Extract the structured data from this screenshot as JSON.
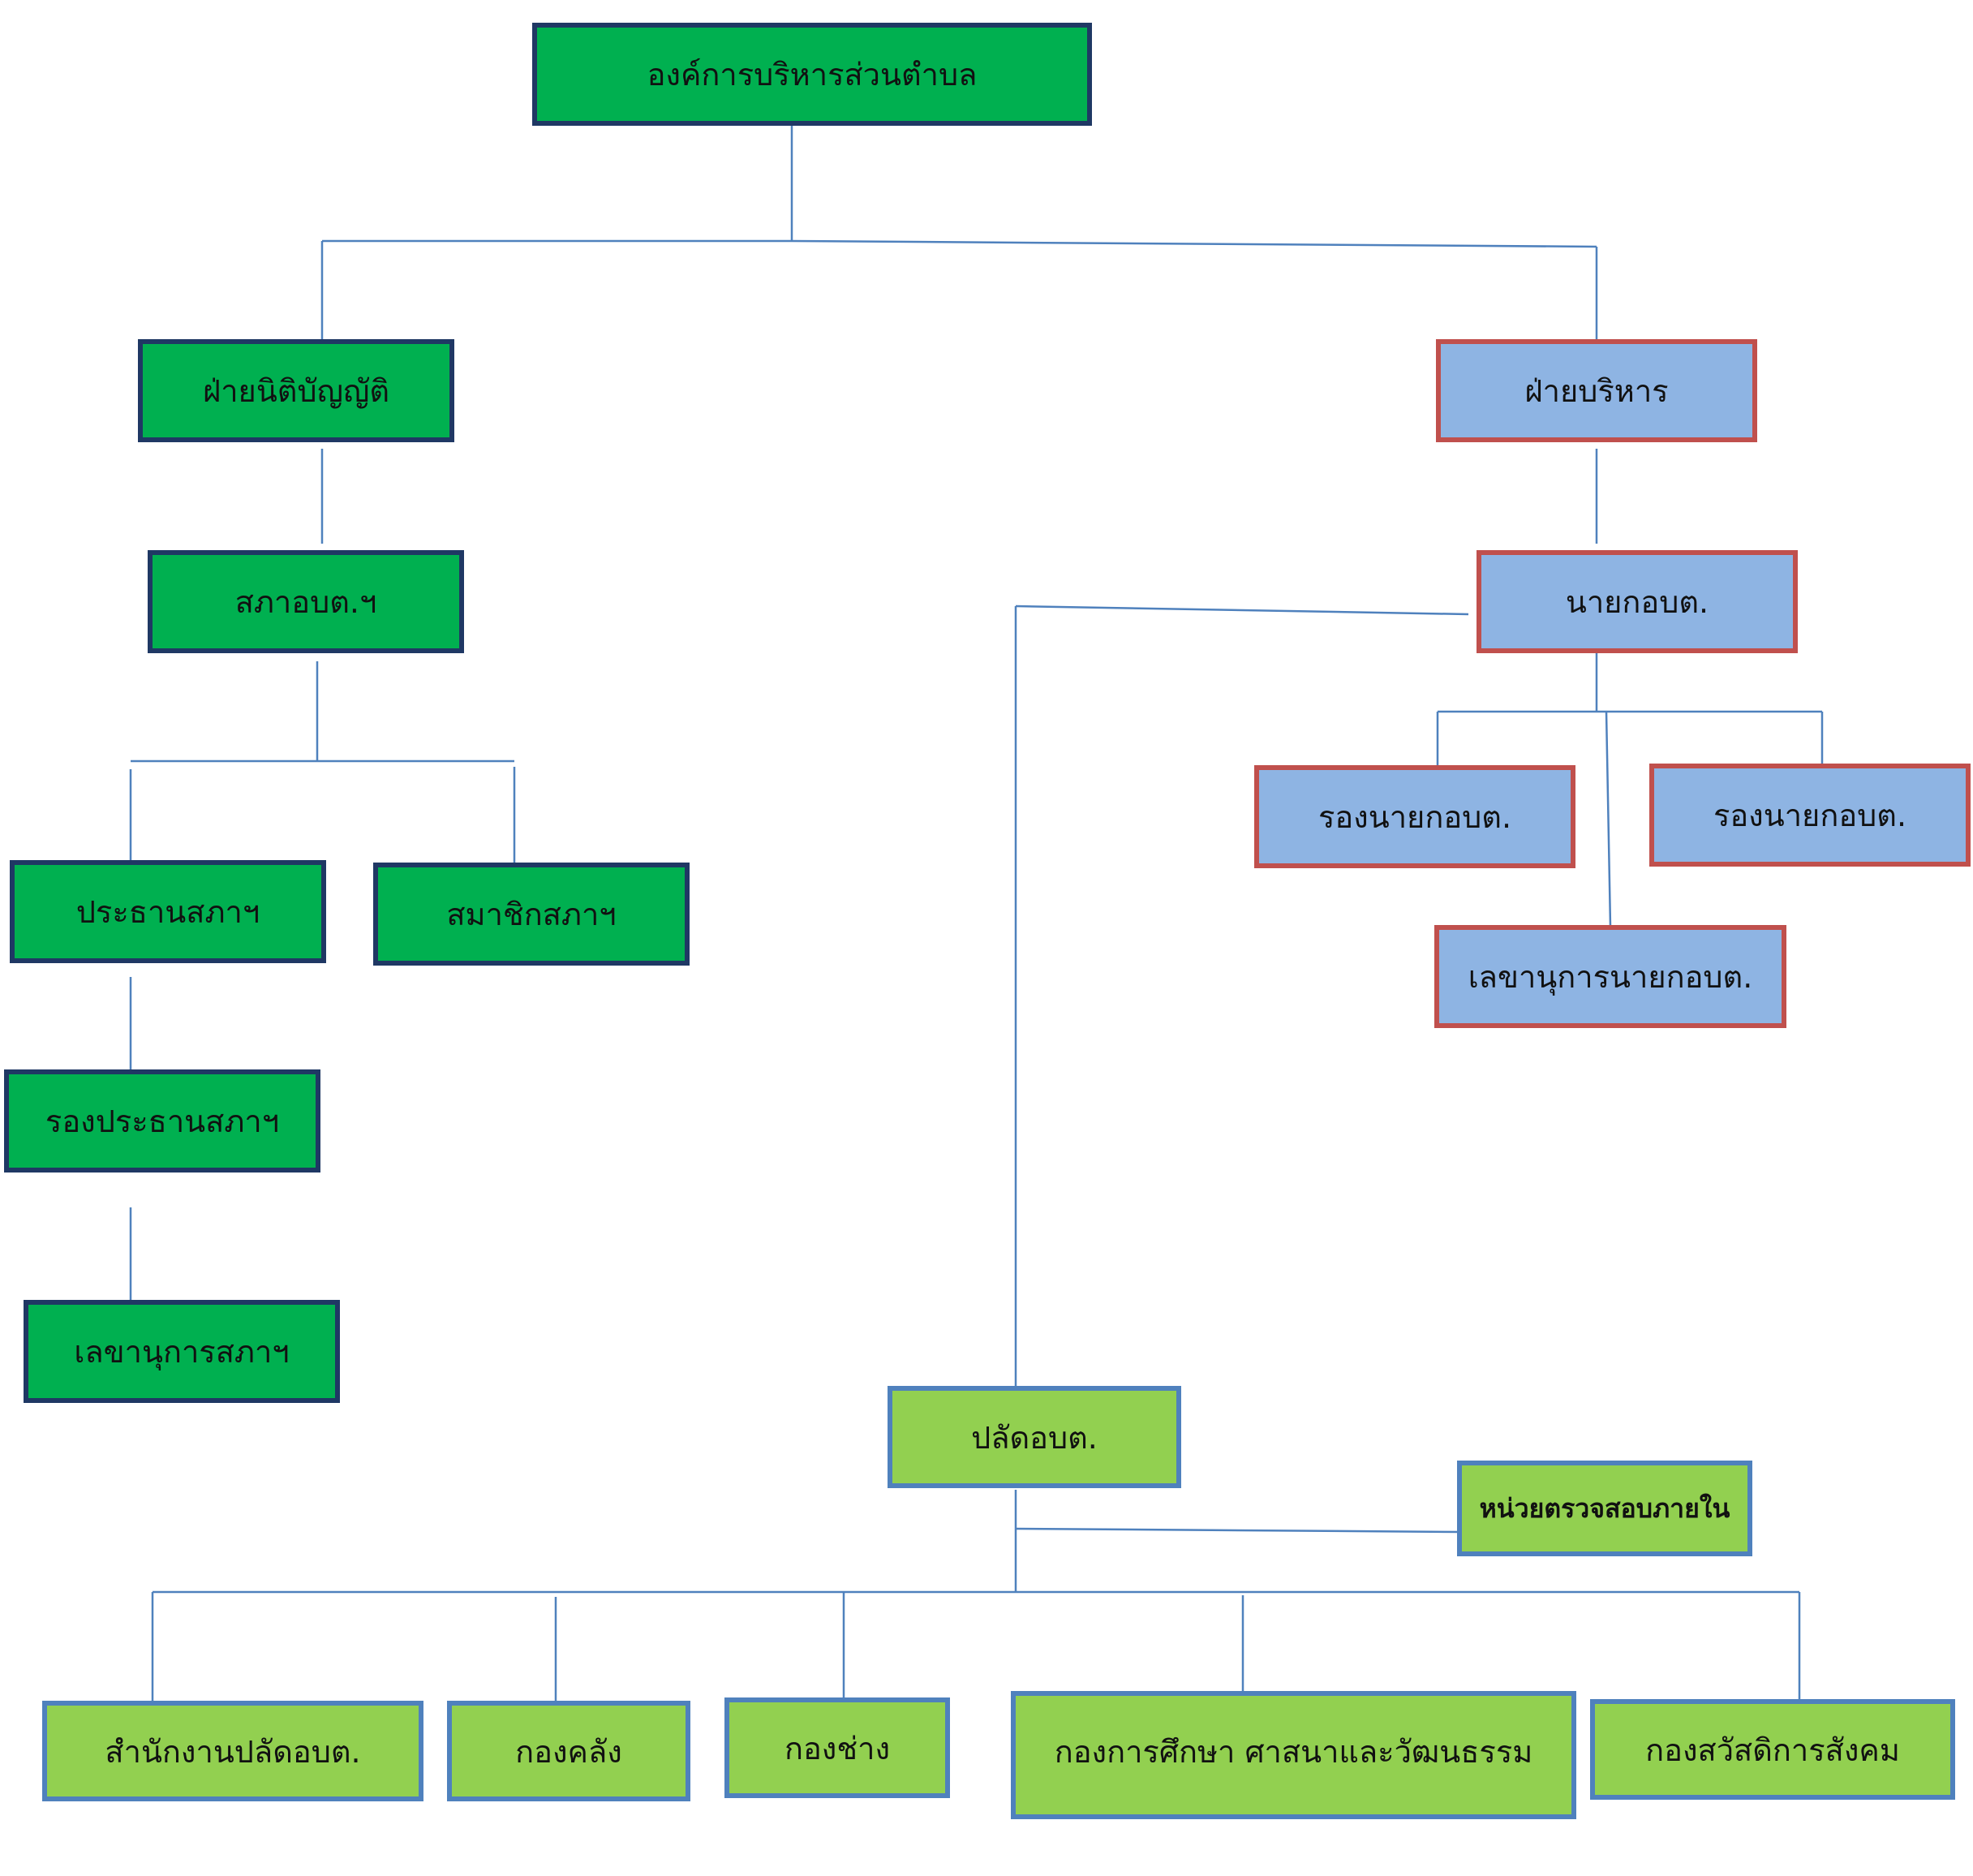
{
  "colors": {
    "connector": "#4f81bd",
    "legislative_fill": "#00b050",
    "legislative_border": "#1f3864",
    "executive_fill": "#8eb4e3",
    "executive_border": "#c0504d",
    "staff_fill": "#92d050",
    "staff_border": "#4f81bd"
  },
  "org": {
    "root": "องค์การบริหารส่วนตำบล",
    "legislative": {
      "head": "ฝ่ายนิติบัญญัติ",
      "council": "สภาอบต.ฯ",
      "chairman": "ประธานสภาฯ",
      "members": "สมาชิกสภาฯ",
      "vice_chairman": "รองประธานสภาฯ",
      "secretary": "เลขานุการสภาฯ"
    },
    "executive": {
      "head": "ฝ่ายบริหาร",
      "mayor": "นายกอบต.",
      "deputy_left": "รองนายกอบต.",
      "deputy_right": "รองนายกอบต.",
      "secretary": "เลขานุการนายกอบต."
    },
    "administration": {
      "permanent_secretary": "ปลัดอบต.",
      "internal_audit": "หน่วยตรวจสอบภายใน",
      "divisions": [
        "สำนักงานปลัดอบต.",
        "กองคลัง",
        "กองช่าง",
        "กองการศึกษา ศาสนาและวัฒนธรรม",
        "กองสวัสดิการสังคม"
      ]
    }
  }
}
